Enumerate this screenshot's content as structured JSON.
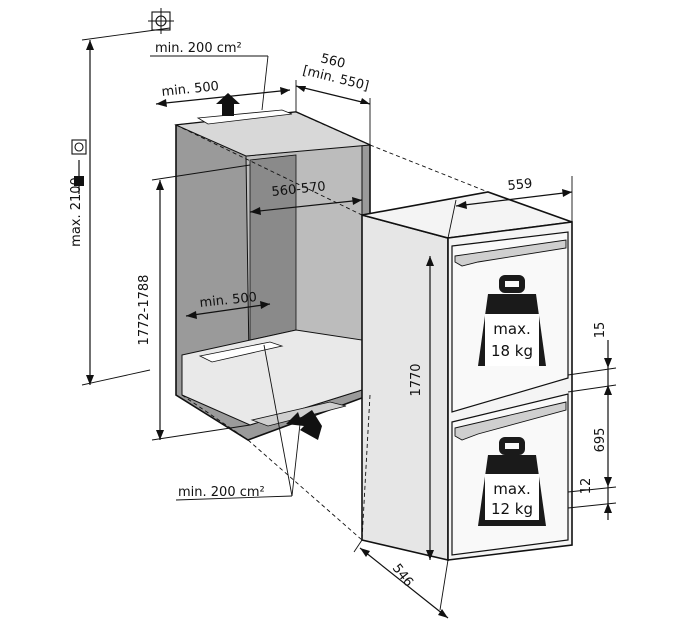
{
  "labels": {
    "vent_top": "min. 200 cm²",
    "vent_top_width": "min. 500",
    "niche_depth": "560",
    "niche_depth_min": "[min. 550]",
    "niche_inner_width": "560-570",
    "niche_height": "1772-1788",
    "max_height": "max. 2100",
    "floor_vent_width": "min. 500",
    "vent_bottom": "min. 200 cm²",
    "appliance_width": "559",
    "appliance_height": "1770",
    "appliance_depth": "546",
    "gap_top": "15",
    "lower_door_height": "695",
    "gap_bottom": "12",
    "upper_load_line1": "max.",
    "upper_load_line2": "18 kg",
    "lower_load_line1": "max.",
    "lower_load_line2": "12 kg"
  },
  "colors": {
    "niche_gray": "#9a9a9a",
    "niche_light": "#e9e9e9",
    "appliance_fill": "#f4f4f4",
    "weight_fill": "#1a1a1a",
    "line": "#111111"
  },
  "icons": {
    "top_symbol": "grounding-plug-icon",
    "power": "power-plug-icon"
  }
}
